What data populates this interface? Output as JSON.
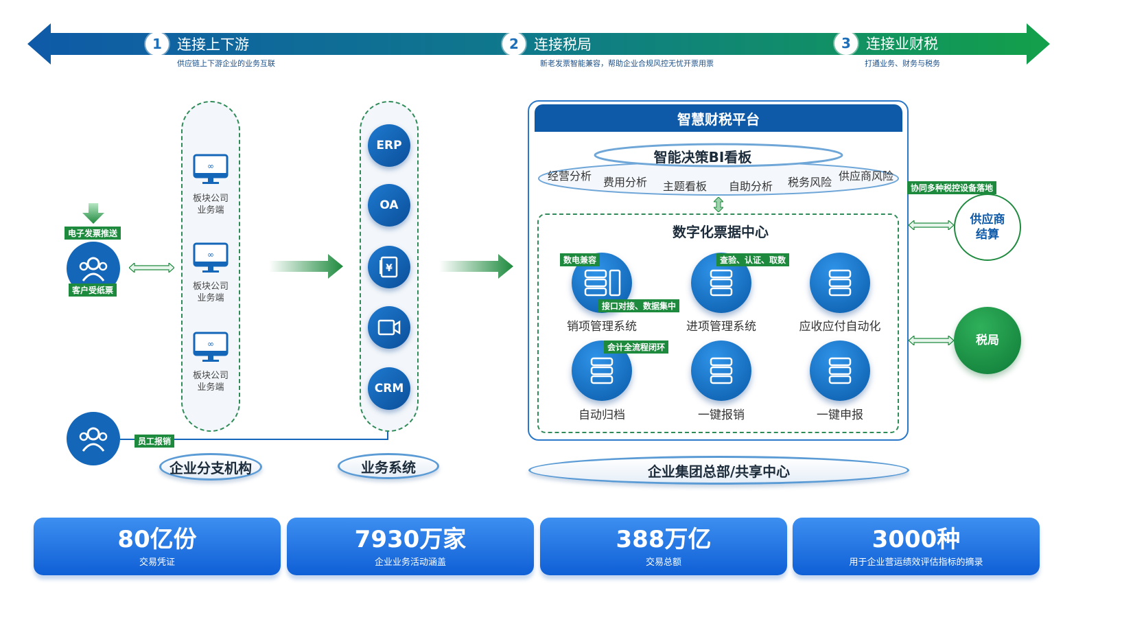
{
  "banner": {
    "steps": [
      {
        "num": "1",
        "title": "连接上下游",
        "sub": "供应链上下游企业的业务互联"
      },
      {
        "num": "2",
        "title": "连接税局",
        "sub": "新老发票智能兼容，帮助企业合规风控无忧开票用票"
      },
      {
        "num": "3",
        "title": "连接业财税",
        "sub": "打通业务、财务与税务"
      }
    ]
  },
  "left": {
    "push_tag": "电子发票推送",
    "paper_tag": "客户受纸票",
    "employee_tag": "员工报销",
    "branch_nodes": [
      "板块公司\n业务端",
      "板块公司\n业务端",
      "板块公司\n业务端"
    ],
    "branch_title": "企业分支机构",
    "system_title": "业务系统",
    "systems": [
      "ERP",
      "OA",
      "",
      "",
      "CRM"
    ]
  },
  "platform": {
    "title": "智慧财税平台",
    "bi_title": "智能决策BI看板",
    "bi_items": [
      "经营分析",
      "费用分析",
      "主题看板",
      "自助分析",
      "税务风险",
      "供应商风险"
    ],
    "center_title": "数字化票据中心",
    "modules": [
      {
        "label": "销项管理系统"
      },
      {
        "label": "进项管理系统"
      },
      {
        "label": "应收应付自动化"
      },
      {
        "label": "自动归档"
      },
      {
        "label": "一键报销"
      },
      {
        "label": "一键申报"
      }
    ],
    "tags": {
      "t1": "数电兼容",
      "t2": "查验、认证、取数",
      "t3": "接口对接、数据集中",
      "t4": "会计全流程闭环",
      "t5": "协同多种税控设备落地"
    },
    "hq_title": "企业集团总部/共享中心"
  },
  "right": {
    "supplier": "供应商\n结算",
    "tax": "税局"
  },
  "stats": [
    {
      "value": "80亿份",
      "label": "交易凭证"
    },
    {
      "value": "7930万家",
      "label": "企业业务活动涵盖"
    },
    {
      "value": "388万亿",
      "label": "交易总额"
    },
    {
      "value": "3000种",
      "label": "用于企业营运绩效评估指标的摘录"
    }
  ],
  "colors": {
    "blue": "#0b5aa8",
    "green": "#1e8a3e",
    "accent": "#1f6fb8"
  }
}
